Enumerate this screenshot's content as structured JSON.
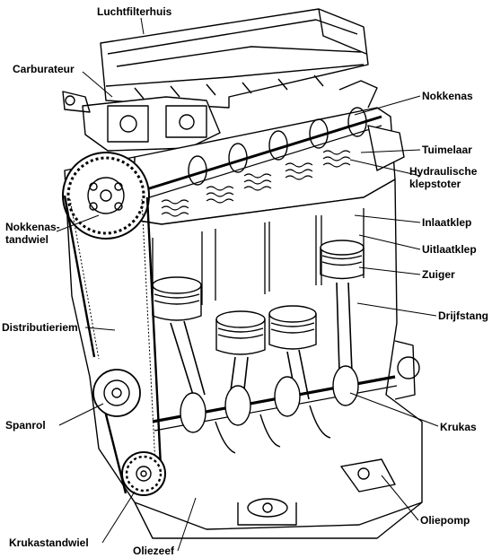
{
  "labels": {
    "luchtfilterhuis": "Luchtfilterhuis",
    "carburateur": "Carburateur",
    "nokkenas": "Nokkenas",
    "tuimelaar": "Tuimelaar",
    "hydraulische_klepstoter": "Hydraulische\nklepstoter",
    "inlaatklep": "Inlaatklep",
    "uitlaatklep": "Uitlaatklep",
    "zuiger": "Zuiger",
    "drijfstang": "Drijfstang",
    "nokkenastandwiel": "Nokkenas-\ntandwiel",
    "distributieriem": "Distributieriem",
    "spanrol": "Spanrol",
    "krukas": "Krukas",
    "oliepomp": "Oliepomp",
    "krukastandwiel": "Krukastandwiel",
    "oliezeef": "Oliezeef"
  }
}
